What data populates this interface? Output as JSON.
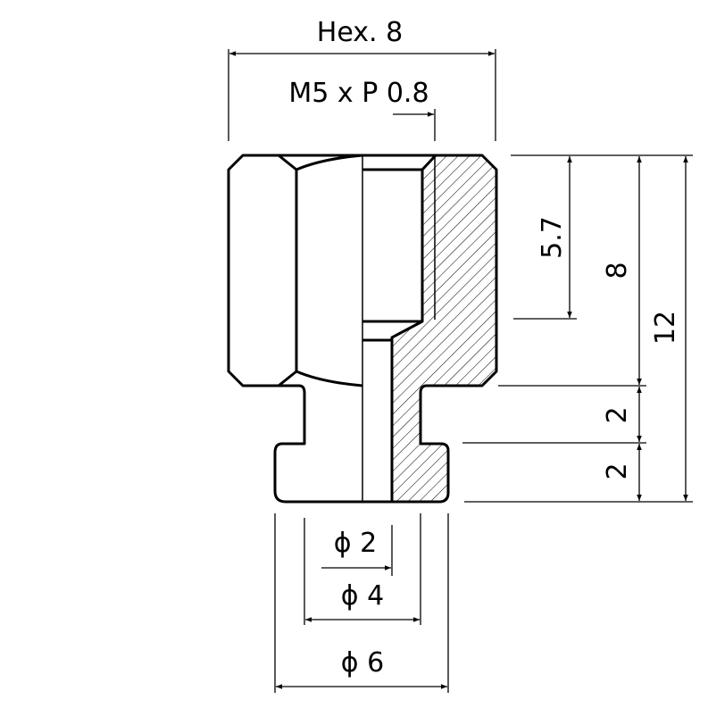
{
  "title": "Nozzle adapter drawing",
  "dimensions": {
    "hex": "Hex. 8",
    "thread": "M5 x P 0.8",
    "thread_depth": "5.7",
    "hex_height": "8",
    "total_height": "12",
    "neck_height": "2",
    "flange_height": "2",
    "bore_dia": "ϕ 2",
    "neck_dia": "ϕ 4",
    "flange_dia": "ϕ 6"
  }
}
